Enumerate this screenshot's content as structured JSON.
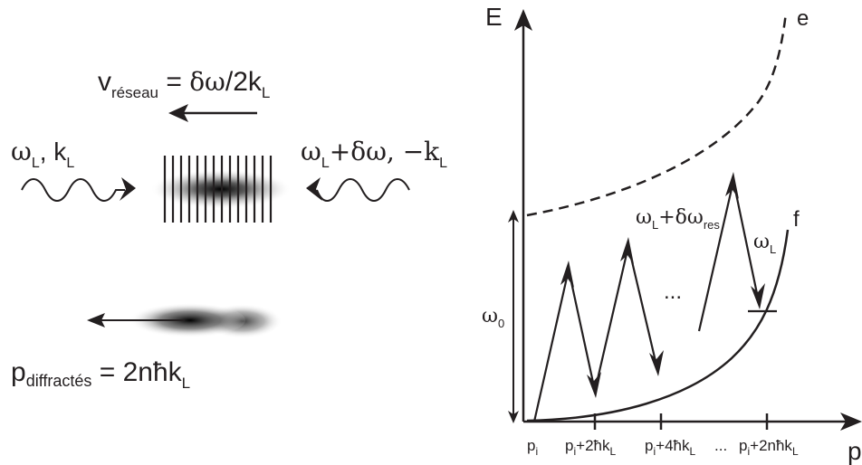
{
  "left_panel": {
    "lattice_velocity": {
      "v": "v",
      "sub": "réseau",
      "equals": " = ",
      "delta_omega": "δω",
      "over": "/2k",
      "sub_L": "L"
    },
    "left_beam": {
      "omega": "ω",
      "omega_sub": "L",
      "sep": ", k",
      "k_sub": "L"
    },
    "right_beam": {
      "omega": "ω",
      "omega_sub": "L",
      "plus": "+δω, −k",
      "k_sub": "L"
    },
    "diffracted": {
      "p": "p",
      "p_sub": "diffractés",
      "equals": " = 2nħk",
      "k_sub": "L"
    }
  },
  "right_panel": {
    "y_axis_label": "E",
    "x_axis_label": "p",
    "curve_upper_label": "e",
    "curve_lower_label": "f",
    "omega0": {
      "omega": "ω",
      "sub": "0"
    },
    "transition_up": {
      "omega": "ω",
      "sub": "L",
      "plus": "+δω",
      "sub_res": "res"
    },
    "transition_down": {
      "omega": "ω",
      "sub": "L"
    },
    "ellipsis": "...",
    "ticks": [
      {
        "main": "p",
        "sub": "i",
        "rest": "",
        "rest_sub": ""
      },
      {
        "main": "p",
        "sub": "i",
        "rest": "+2ħk",
        "rest_sub": "L"
      },
      {
        "main": "p",
        "sub": "i",
        "rest": "+4ħk",
        "rest_sub": "L"
      },
      {
        "main": "...",
        "sub": "",
        "rest": "",
        "rest_sub": ""
      },
      {
        "main": "p",
        "sub": "i",
        "rest": "+2nħk",
        "rest_sub": "L"
      }
    ]
  },
  "colors": {
    "ink": "#231f20",
    "blur_dark": "#111111"
  }
}
